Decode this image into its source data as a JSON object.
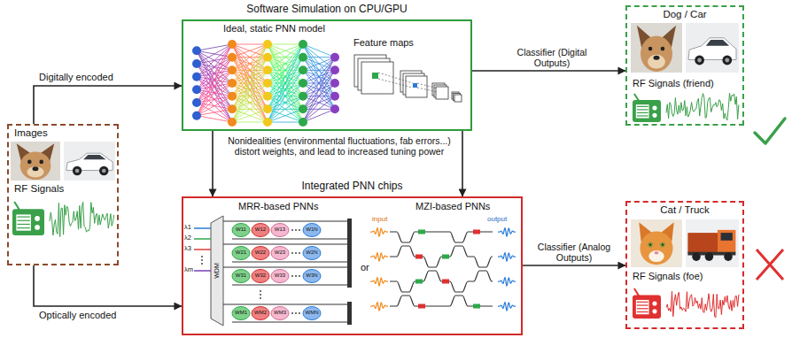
{
  "diagram": {
    "nodes": [
      {
        "text": [
          "Images",
          "RF Signals"
        ]
      },
      {
        "text": [
          "Software Simulation on CPU/GPU",
          "Ideal, static PNN model",
          "Feature maps"
        ]
      },
      {
        "text": [
          "Integrated PNN chips",
          "MRR-based PNNs",
          "or",
          "MZI-based PNNs"
        ]
      },
      {
        "text": [
          "Dog / Car",
          "RF Signals (friend)"
        ]
      },
      {
        "text": [
          "Cat / Truck",
          "RF Signals (foe)"
        ]
      }
    ],
    "edges": [
      {
        "from": 0,
        "to": 1,
        "arrow": "to",
        "label": "Digitally encoded"
      },
      {
        "from": 0,
        "to": 2,
        "arrow": "to",
        "label": "Optically encoded"
      },
      {
        "from": 1,
        "to": 3,
        "arrow": "to",
        "label": "Classifier (Digital Outputs)"
      },
      {
        "from": 2,
        "to": 4,
        "arrow": "to",
        "label": "Classifier (Analog Outputs)"
      },
      {
        "from": 1,
        "to": 2,
        "arrow": "to",
        "label": "Nonidealities (environmental fluctuations, fab errors...) distort weights, and lead to increased tuning power"
      },
      {
        "from": 1,
        "to": 2,
        "arrow": "to"
      }
    ],
    "labels": [
      "WDM",
      "λ1",
      "λ2",
      "λ3",
      "λm",
      "input",
      "output",
      "W11",
      "W12",
      "W13",
      "W1N",
      "W21",
      "W22",
      "W23",
      "W2N",
      "W31",
      "W32",
      "W33",
      "W3N",
      "WM1",
      "WM2",
      "WM3",
      "WMN"
    ]
  }
}
